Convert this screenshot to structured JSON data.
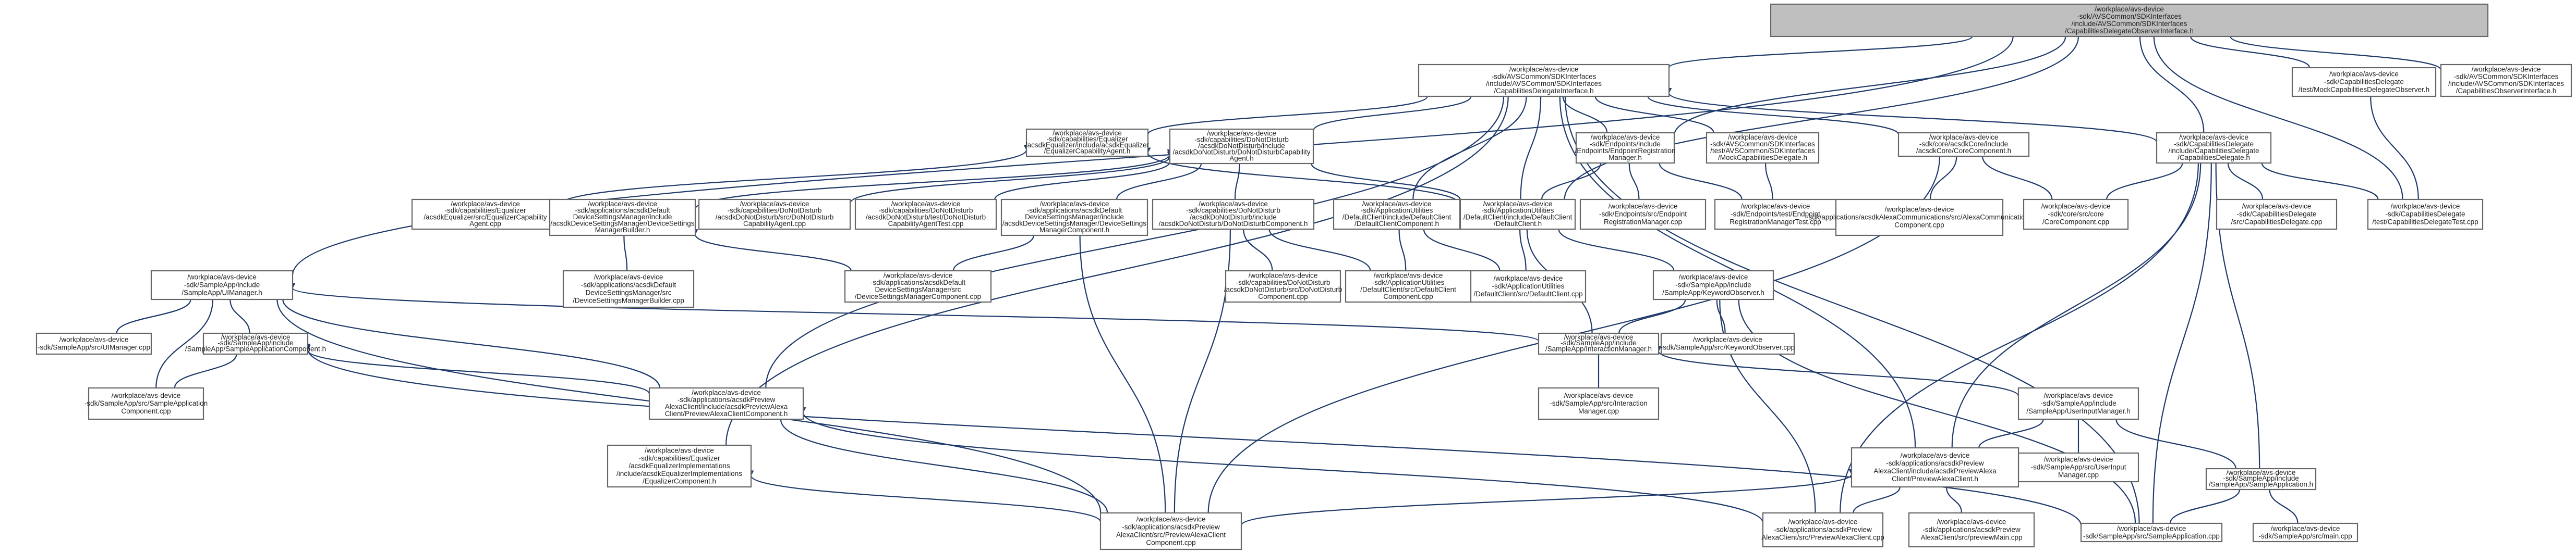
{
  "diagram": {
    "type": "include-dependency-graph",
    "colors": {
      "root_fill": "#bfbfbf",
      "node_fill": "#ffffff",
      "node_border": "#666666",
      "edge": "#1f3a6b",
      "text": "#222222"
    },
    "nodes": [
      {
        "id": "root",
        "root": true,
        "lines": [
          "/workplace/avs-device",
          "-sdk/AVSCommon/SDKInterfaces",
          "/include/AVSCommon/SDKInterfaces",
          "/CapabilitiesDelegateObserverInterface.h"
        ]
      },
      {
        "id": "cdi",
        "lines": [
          "/workplace/avs-device",
          "-sdk/AVSCommon/SDKInterfaces",
          "/include/AVSCommon/SDKInterfaces",
          "/CapabilitiesDelegateInterface.h"
        ]
      },
      {
        "id": "mock_cdo",
        "lines": [
          "/workplace/avs-device",
          "-sdk/CapabilitiesDelegate",
          "/test/MockCapabilitiesDelegateObserver.h"
        ]
      },
      {
        "id": "cdo_iface",
        "lines": [
          "/workplace/avs-device",
          "-sdk/AVSCommon/SDKInterfaces",
          "/include/AVSCommon/SDKInterfaces",
          "/CapabilitiesObserverInterface.h"
        ]
      },
      {
        "id": "eq_agent",
        "lines": [
          "/workplace/avs-device",
          "-sdk/capabilities/Equalizer",
          "/acsdkEqualizer/include/acsdkEqualizer",
          "/EqualizerCapabilityAgent.h"
        ]
      },
      {
        "id": "dnd_agent",
        "lines": [
          "/workplace/avs-device",
          "-sdk/capabilities/DoNotDisturb",
          "/acsdkDoNotDisturb/include",
          "/acsdkDoNotDisturb/DoNotDisturbCapability",
          "Agent.h"
        ]
      },
      {
        "id": "ep_reg",
        "lines": [
          "/workplace/avs-device",
          "-sdk/Endpoints/include",
          "/Endpoints/EndpointRegistration",
          "Manager.h"
        ]
      },
      {
        "id": "mock_cd",
        "lines": [
          "/workplace/avs-device",
          "-sdk/AVSCommon/SDKInterfaces",
          "/test/AVSCommon/SDKInterfaces",
          "/MockCapabilitiesDelegate.h"
        ]
      },
      {
        "id": "core_comp",
        "lines": [
          "/workplace/avs-device",
          "-sdk/core/acsdkCore/include",
          "/acsdkCore/CoreComponent.h"
        ]
      },
      {
        "id": "cd_h",
        "lines": [
          "/workplace/avs-device",
          "-sdk/CapabilitiesDelegate",
          "/include/CapabilitiesDelegate",
          "/CapabilitiesDelegate.h"
        ]
      },
      {
        "id": "eq_agent_cpp",
        "lines": [
          "/workplace/avs-device",
          "-sdk/capabilities/Equalizer",
          "/acsdkEqualizer/src/EqualizerCapability",
          "Agent.cpp"
        ]
      },
      {
        "id": "dsm_builder_h",
        "lines": [
          "/workplace/avs-device",
          "-sdk/applications/acsdkDefault",
          "DeviceSettingsManager/include",
          "/acsdkDeviceSettingsManager/DeviceSettings",
          "ManagerBuilder.h"
        ]
      },
      {
        "id": "dnd_agent_cpp",
        "lines": [
          "/workplace/avs-device",
          "-sdk/capabilities/DoNotDisturb",
          "/acsdkDoNotDisturb/src/DoNotDisturb",
          "CapabilityAgent.cpp"
        ]
      },
      {
        "id": "dnd_test_cpp",
        "lines": [
          "/workplace/avs-device",
          "-sdk/capabilities/DoNotDisturb",
          "/acsdkDoNotDisturb/test/DoNotDisturb",
          "CapabilityAgentTest.cpp"
        ]
      },
      {
        "id": "dsm_comp_h",
        "lines": [
          "/workplace/avs-device",
          "-sdk/applications/acsdkDefault",
          "DeviceSettingsManager/include",
          "/acsdkDeviceSettingsManager/DeviceSettings",
          "ManagerComponent.h"
        ]
      },
      {
        "id": "dnd_comp_h",
        "lines": [
          "/workplace/avs-device",
          "-sdk/capabilities/DoNotDisturb",
          "/acsdkDoNotDisturb/include",
          "/acsdkDoNotDisturb/DoNotDisturbComponent.h"
        ]
      },
      {
        "id": "dcc_h",
        "lines": [
          "/workplace/avs-device",
          "-sdk/ApplicationUtilities",
          "/DefaultClient/include/DefaultClient",
          "/DefaultClientComponent.h"
        ]
      },
      {
        "id": "dc_h",
        "lines": [
          "/workplace/avs-device",
          "-sdk/ApplicationUtilities",
          "/DefaultClient/include/DefaultClient",
          "/DefaultClient.h"
        ]
      },
      {
        "id": "ep_reg_cpp",
        "lines": [
          "/workplace/avs-device",
          "-sdk/Endpoints/src/Endpoint",
          "RegistrationManager.cpp"
        ]
      },
      {
        "id": "ep_reg_test_cpp",
        "lines": [
          "/workplace/avs-device",
          "-sdk/Endpoints/test/Endpoint",
          "RegistrationManagerTest.cpp"
        ]
      },
      {
        "id": "alexa_comm_cpp",
        "lines": [
          "/workplace/avs-device",
          "-sdk/applications/acsdkAlexaCommunications/src/AlexaCommunications",
          "Component.cpp"
        ]
      },
      {
        "id": "core_comp_cpp",
        "lines": [
          "/workplace/avs-device",
          "-sdk/core/src/core",
          "/CoreComponent.cpp"
        ]
      },
      {
        "id": "cd_cpp",
        "lines": [
          "/workplace/avs-device",
          "-sdk/CapabilitiesDelegate",
          "/src/CapabilitiesDelegate.cpp"
        ]
      },
      {
        "id": "cd_test_cpp",
        "lines": [
          "/workplace/avs-device",
          "-sdk/CapabilitiesDelegate",
          "/test/CapabilitiesDelegateTest.cpp"
        ]
      },
      {
        "id": "ui_mgr_h",
        "lines": [
          "/workplace/avs-device",
          "-sdk/SampleApp/include",
          "/SampleApp/UIManager.h"
        ]
      },
      {
        "id": "dsm_builder_cpp",
        "lines": [
          "/workplace/avs-device",
          "-sdk/applications/acsdkDefault",
          "DeviceSettingsManager/src",
          "/DeviceSettingsManagerBuilder.cpp"
        ]
      },
      {
        "id": "dsm_comp_cpp",
        "lines": [
          "/workplace/avs-device",
          "-sdk/applications/acsdkDefault",
          "DeviceSettingsManager/src",
          "/DeviceSettingsManagerComponent.cpp"
        ]
      },
      {
        "id": "dnd_comp_cpp",
        "lines": [
          "/workplace/avs-device",
          "-sdk/capabilities/DoNotDisturb",
          "/acsdkDoNotDisturb/src/DoNotDisturb",
          "Component.cpp"
        ]
      },
      {
        "id": "dcc_cpp",
        "lines": [
          "/workplace/avs-device",
          "-sdk/ApplicationUtilities",
          "/DefaultClient/src/DefaultClient",
          "Component.cpp"
        ]
      },
      {
        "id": "dc_cpp",
        "lines": [
          "/workplace/avs-device",
          "-sdk/ApplicationUtilities",
          "/DefaultClient/src/DefaultClient.cpp"
        ]
      },
      {
        "id": "kw_obs_h",
        "lines": [
          "/workplace/avs-device",
          "-sdk/SampleApp/include",
          "/SampleApp/KeywordObserver.h"
        ]
      },
      {
        "id": "ui_mgr_cpp",
        "lines": [
          "/workplace/avs-device",
          "-sdk/SampleApp/src/UIManager.cpp"
        ]
      },
      {
        "id": "sac_h",
        "lines": [
          "/workplace/avs-device",
          "-sdk/SampleApp/include",
          "/SampleApp/SampleApplicationComponent.h"
        ]
      },
      {
        "id": "im_h",
        "lines": [
          "/workplace/avs-device",
          "-sdk/SampleApp/include",
          "/SampleApp/InteractionManager.h"
        ]
      },
      {
        "id": "kw_obs_cpp",
        "lines": [
          "/workplace/avs-device",
          "-sdk/SampleApp/src/KeywordObserver.cpp"
        ]
      },
      {
        "id": "sac_cpp",
        "lines": [
          "/workplace/avs-device",
          "-sdk/SampleApp/src/SampleApplication",
          "Component.cpp"
        ]
      },
      {
        "id": "pac_comp_h",
        "lines": [
          "/workplace/avs-device",
          "-sdk/applications/acsdkPreview",
          "AlexaClient/include/acsdkPreviewAlexa",
          "Client/PreviewAlexaClientComponent.h"
        ]
      },
      {
        "id": "im_cpp",
        "lines": [
          "/workplace/avs-device",
          "-sdk/SampleApp/src/Interaction",
          "Manager.cpp"
        ]
      },
      {
        "id": "uim_h",
        "lines": [
          "/workplace/avs-device",
          "-sdk/SampleApp/include",
          "/SampleApp/UserInputManager.h"
        ]
      },
      {
        "id": "eq_impl_comp_h",
        "lines": [
          "/workplace/avs-device",
          "-sdk/capabilities/Equalizer",
          "/acsdkEqualizerImplementations",
          "/include/acsdkEqualizerImplementations",
          "/EqualizerComponent.h"
        ]
      },
      {
        "id": "uim_cpp",
        "lines": [
          "/workplace/avs-device",
          "-sdk/SampleApp/src/UserInput",
          "Manager.cpp"
        ]
      },
      {
        "id": "pac_h",
        "lines": [
          "/workplace/avs-device",
          "-sdk/applications/acsdkPreview",
          "AlexaClient/include/acsdkPreviewAlexa",
          "Client/PreviewAlexaClient.h"
        ]
      },
      {
        "id": "sa_h",
        "lines": [
          "/workplace/avs-device",
          "-sdk/SampleApp/include",
          "/SampleApp/SampleApplication.h"
        ]
      },
      {
        "id": "pac_comp_cpp",
        "lines": [
          "/workplace/avs-device",
          "-sdk/applications/acsdkPreview",
          "AlexaClient/src/PreviewAlexaClient",
          "Component.cpp"
        ]
      },
      {
        "id": "pac_cpp",
        "lines": [
          "/workplace/avs-device",
          "-sdk/applications/acsdkPreview",
          "AlexaClient/src/PreviewAlexaClient.cpp"
        ]
      },
      {
        "id": "pmain_cpp",
        "lines": [
          "/workplace/avs-device",
          "-sdk/applications/acsdkPreview",
          "AlexaClient/src/previewMain.cpp"
        ]
      },
      {
        "id": "sa_cpp",
        "lines": [
          "/workplace/avs-device",
          "-sdk/SampleApp/src/SampleApplication.cpp"
        ]
      },
      {
        "id": "main_cpp",
        "lines": [
          "/workplace/avs-device",
          "-sdk/SampleApp/src/main.cpp"
        ]
      }
    ],
    "edges": [
      [
        "root",
        "cdi"
      ],
      [
        "root",
        "mock_cdo"
      ],
      [
        "root",
        "cdo_iface"
      ],
      [
        "root",
        "cd_h"
      ],
      [
        "root",
        "ep_reg"
      ],
      [
        "root",
        "ui_mgr_h"
      ],
      [
        "root",
        "dc_h"
      ],
      [
        "root",
        "cd_test_cpp"
      ],
      [
        "cdi",
        "eq_agent"
      ],
      [
        "cdi",
        "dnd_agent"
      ],
      [
        "cdi",
        "ep_reg"
      ],
      [
        "cdi",
        "mock_cd"
      ],
      [
        "cdi",
        "core_comp"
      ],
      [
        "cdi",
        "cd_h"
      ],
      [
        "cdi",
        "dc_h"
      ],
      [
        "cdi",
        "dcc_h"
      ],
      [
        "cdi",
        "pac_comp_h"
      ],
      [
        "cdi",
        "eq_impl_comp_h"
      ],
      [
        "cdi",
        "pac_h"
      ],
      [
        "cdi",
        "sa_cpp"
      ],
      [
        "mock_cdo",
        "cd_test_cpp"
      ],
      [
        "eq_agent",
        "eq_agent_cpp"
      ],
      [
        "eq_agent",
        "dc_h"
      ],
      [
        "dnd_agent",
        "dsm_builder_h"
      ],
      [
        "dnd_agent",
        "dnd_agent_cpp"
      ],
      [
        "dnd_agent",
        "dnd_test_cpp"
      ],
      [
        "dnd_agent",
        "dsm_comp_h"
      ],
      [
        "dnd_agent",
        "dnd_comp_h"
      ],
      [
        "dnd_agent",
        "dc_h"
      ],
      [
        "ep_reg",
        "dc_h"
      ],
      [
        "ep_reg",
        "ep_reg_cpp"
      ],
      [
        "ep_reg",
        "ep_reg_test_cpp"
      ],
      [
        "mock_cd",
        "ep_reg_test_cpp"
      ],
      [
        "core_comp",
        "core_comp_cpp"
      ],
      [
        "core_comp",
        "alexa_comm_cpp"
      ],
      [
        "core_comp",
        "pac_comp_cpp"
      ],
      [
        "cd_h",
        "core_comp_cpp"
      ],
      [
        "cd_h",
        "cd_cpp"
      ],
      [
        "cd_h",
        "cd_test_cpp"
      ],
      [
        "cd_h",
        "pac_h"
      ],
      [
        "cd_h",
        "sa_cpp"
      ],
      [
        "cd_h",
        "sa_h"
      ],
      [
        "cd_h",
        "pac_cpp"
      ],
      [
        "dsm_builder_h",
        "dsm_builder_cpp"
      ],
      [
        "dsm_builder_h",
        "dsm_comp_cpp"
      ],
      [
        "dsm_comp_h",
        "dsm_comp_cpp"
      ],
      [
        "dsm_comp_h",
        "pac_comp_cpp"
      ],
      [
        "dnd_comp_h",
        "dnd_comp_cpp"
      ],
      [
        "dnd_comp_h",
        "pac_comp_cpp"
      ],
      [
        "dnd_comp_h",
        "dcc_cpp"
      ],
      [
        "dcc_h",
        "dcc_cpp"
      ],
      [
        "dcc_h",
        "dc_cpp"
      ],
      [
        "dc_h",
        "dc_cpp"
      ],
      [
        "dc_h",
        "kw_obs_h"
      ],
      [
        "dc_h",
        "im_h"
      ],
      [
        "ui_mgr_h",
        "ui_mgr_cpp"
      ],
      [
        "ui_mgr_h",
        "sac_h"
      ],
      [
        "ui_mgr_h",
        "sac_cpp"
      ],
      [
        "ui_mgr_h",
        "im_h"
      ],
      [
        "ui_mgr_h",
        "pac_comp_h"
      ],
      [
        "ui_mgr_h",
        "pac_comp_cpp"
      ],
      [
        "kw_obs_h",
        "im_h"
      ],
      [
        "kw_obs_h",
        "kw_obs_cpp"
      ],
      [
        "kw_obs_h",
        "pac_cpp"
      ],
      [
        "kw_obs_h",
        "sa_cpp"
      ],
      [
        "sac_h",
        "sac_cpp"
      ],
      [
        "sac_h",
        "pac_comp_h"
      ],
      [
        "sac_h",
        "sa_cpp"
      ],
      [
        "pac_comp_h",
        "pac_comp_cpp"
      ],
      [
        "pac_comp_h",
        "pac_cpp"
      ],
      [
        "im_h",
        "im_cpp"
      ],
      [
        "im_h",
        "uim_h"
      ],
      [
        "uim_h",
        "uim_cpp"
      ],
      [
        "uim_h",
        "pac_h"
      ],
      [
        "uim_h",
        "sa_h"
      ],
      [
        "eq_impl_comp_h",
        "pac_comp_cpp"
      ],
      [
        "pac_h",
        "pac_comp_cpp"
      ],
      [
        "pac_h",
        "pac_cpp"
      ],
      [
        "pac_h",
        "pmain_cpp"
      ],
      [
        "sa_h",
        "sa_cpp"
      ],
      [
        "sa_h",
        "main_cpp"
      ]
    ]
  }
}
